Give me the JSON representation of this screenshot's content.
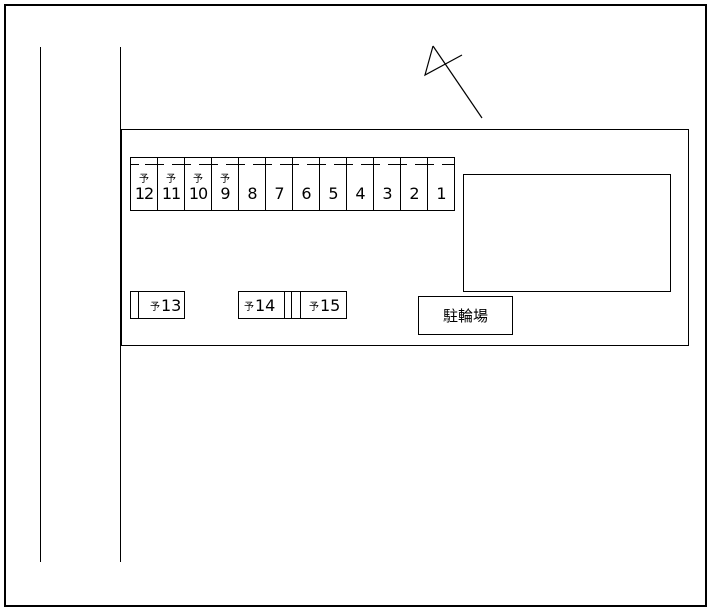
{
  "diagram": {
    "type": "site-plan",
    "north_arrow": {
      "icon": "north-arrow-icon"
    },
    "building": {
      "label": ""
    },
    "bicycle_parking": {
      "label": "駐輪場"
    },
    "parking_row": {
      "spaces": [
        {
          "number": "12",
          "reserved": "予"
        },
        {
          "number": "11",
          "reserved": "予"
        },
        {
          "number": "10",
          "reserved": "予"
        },
        {
          "number": "9",
          "reserved": "予"
        },
        {
          "number": "8",
          "reserved": ""
        },
        {
          "number": "7",
          "reserved": ""
        },
        {
          "number": "6",
          "reserved": ""
        },
        {
          "number": "5",
          "reserved": ""
        },
        {
          "number": "4",
          "reserved": ""
        },
        {
          "number": "3",
          "reserved": ""
        },
        {
          "number": "2",
          "reserved": ""
        },
        {
          "number": "1",
          "reserved": ""
        }
      ]
    },
    "lower_spaces": [
      {
        "number": "13",
        "reserved": "予"
      },
      {
        "number": "14",
        "reserved": "予"
      },
      {
        "number": "15",
        "reserved": "予"
      }
    ],
    "colors": {
      "line": "#000000",
      "background": "#ffffff"
    }
  }
}
